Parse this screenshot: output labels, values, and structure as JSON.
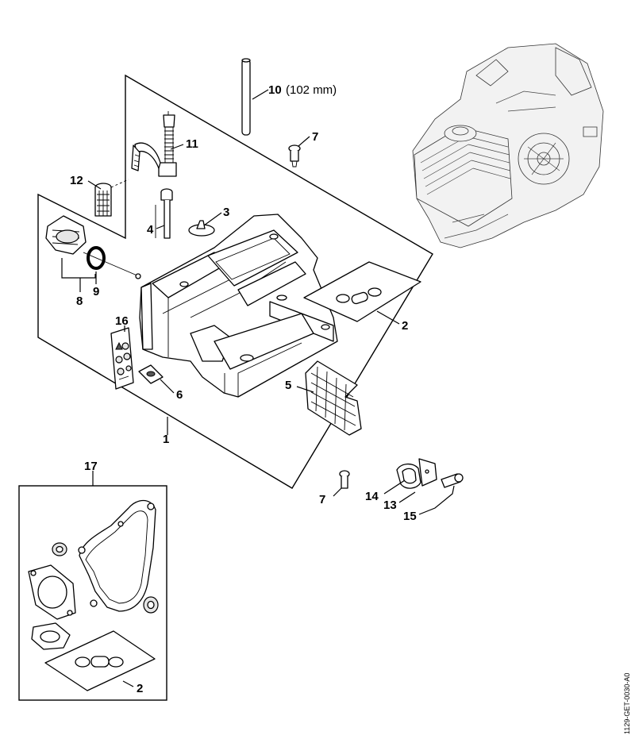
{
  "callouts": {
    "c1": "1",
    "c2a": "2",
    "c2b": "2",
    "c3": "3",
    "c4": "4",
    "c5": "5",
    "c6": "6",
    "c7a": "7",
    "c7b": "7",
    "c8": "8",
    "c9": "9",
    "c10": "10",
    "c10_note": "(102 mm)",
    "c11": "11",
    "c12": "12",
    "c13": "13",
    "c14": "14",
    "c15": "15",
    "c16": "16",
    "c17": "17"
  },
  "document_id": "1129-GET-0030-A0"
}
